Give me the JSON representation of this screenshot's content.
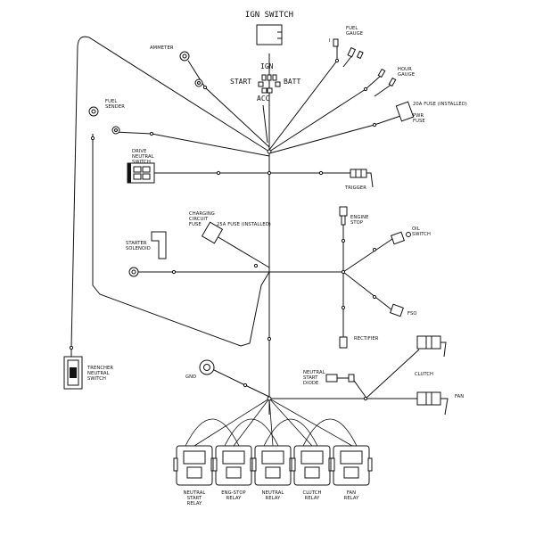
{
  "title": "IGN SWITCH",
  "ign_positions": {
    "ign": "IGN",
    "start": "START",
    "batt": "BATT",
    "acc": "ACC"
  },
  "labels": {
    "ammeter": "AMMETER",
    "fuel_gauge": [
      "FUEL",
      "GAUGE"
    ],
    "hour_gauge": [
      "HOUR",
      "GAUGE"
    ],
    "pwr_fuse_note": "20A FUSE (INSTALLED)",
    "pwr_fuse": [
      "PWR",
      "FUSE"
    ],
    "fuel_sender": [
      "FUEL",
      "SENDER"
    ],
    "drive_neutral_switch": [
      "DRIVE",
      "NEUTRAL",
      "SWITCH"
    ],
    "trigger": "TRIGGER",
    "charging_circuit_fuse": [
      "CHARGING",
      "CIRCUIT",
      "FUSE"
    ],
    "charging_fuse_note": "25A FUSE (INSTALLED)",
    "engine_stop": [
      "ENGINE",
      "STOP"
    ],
    "oil_switch": [
      "OIL",
      "SWITCH"
    ],
    "starter_solenoid": [
      "STARTER",
      "SOLENOID"
    ],
    "fso": "FSO",
    "rectifier": "RECTIFIER",
    "trencher_neutral_switch": [
      "TRENCHER",
      "NEUTRAL",
      "SWITCH"
    ],
    "gnd": "GND",
    "neutral_start_diode": [
      "NEUTRAL",
      "START",
      "DIODE"
    ],
    "clutch": "CLUTCH",
    "fan": "FAN"
  },
  "relays": [
    {
      "lines": [
        "NEUTRAL",
        "START",
        "RELAY"
      ]
    },
    {
      "lines": [
        "ENG-STOP",
        "RELAY"
      ]
    },
    {
      "lines": [
        "NEUTRAL",
        "RELAY"
      ]
    },
    {
      "lines": [
        "CLUTCH",
        "RELAY"
      ]
    },
    {
      "lines": [
        "FAN",
        "RELAY"
      ]
    }
  ]
}
